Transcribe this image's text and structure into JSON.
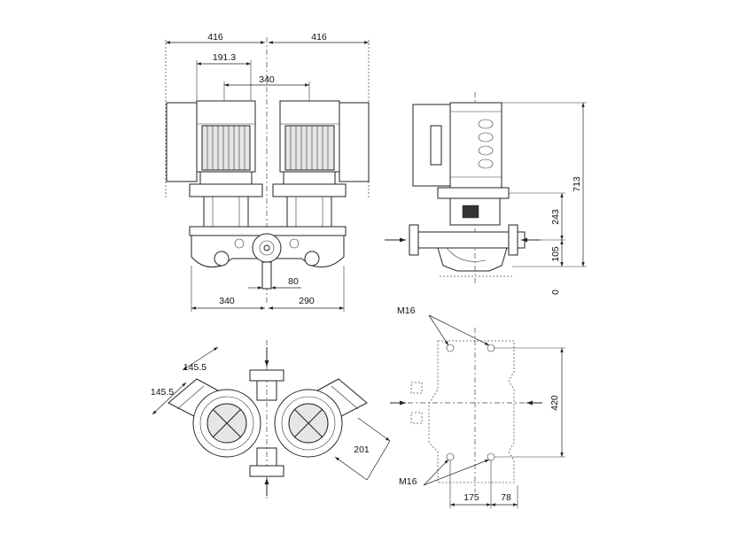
{
  "dimensions": {
    "front_width_left": "416",
    "front_width_right": "416",
    "front_191": "191.3",
    "front_340_top": "340",
    "front_80": "80",
    "front_340_bottom": "340",
    "front_290_bottom": "290",
    "side_713": "713",
    "side_243": "243",
    "side_105": "105",
    "side_0": "0",
    "top_145_a": "145.5",
    "top_145_b": "145.5",
    "top_201": "201",
    "base_m16_top": "M16",
    "base_m16_bottom": "M16",
    "base_420": "420",
    "base_175": "175",
    "base_78": "78"
  },
  "colors": {
    "line": "#222222",
    "background": "#ffffff"
  }
}
